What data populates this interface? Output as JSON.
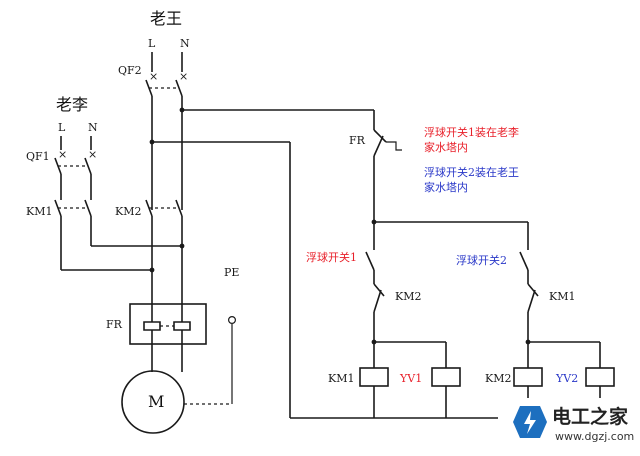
{
  "labels": {
    "laowang": "老王",
    "lao_li": "老李",
    "L": "L",
    "N": "N",
    "qf2": "QF2",
    "qf1": "QF1",
    "km1": "KM1",
    "km2": "KM2",
    "fr": "FR",
    "pe": "PE",
    "motor": "M",
    "yv1": "YV1",
    "yv2": "YV2",
    "float1": "浮球开关1",
    "float2": "浮球开关2"
  },
  "notes": {
    "note1_line1": "浮球开关1装在老李",
    "note1_line2": "家水塔内",
    "note2_line1": "浮球开关2装在老王",
    "note2_line2": "家水塔内"
  },
  "watermark": {
    "title": "电工之家",
    "url": "www.dgzj.com"
  },
  "colors": {
    "line": "#1a1a1a",
    "red_label": "#e8202a",
    "blue_label": "#2a38c8",
    "logo_blue": "#1d6fbf"
  }
}
